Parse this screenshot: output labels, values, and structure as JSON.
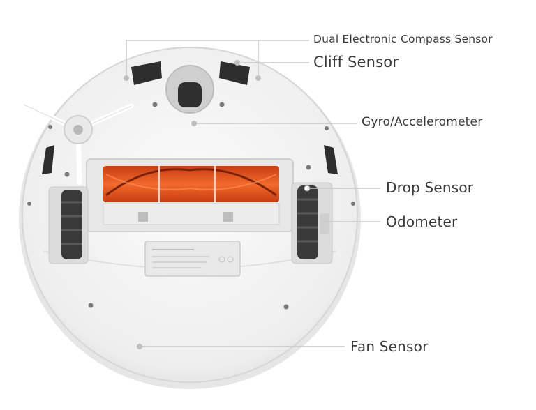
{
  "labels": {
    "dual_compass": "Dual Electronic Compass Sensor",
    "cliff": "Cliff Sensor",
    "gyro": "Gyro/Accelerometer",
    "drop": "Drop Sensor",
    "odometer": "Odometer",
    "fan": "Fan Sensor"
  },
  "colors": {
    "body": "#f1f1f1",
    "rim": "#dcdcdc",
    "brush": "#e8501e",
    "wheel": "#3a3a3a",
    "leader_line": "#c8c8c8",
    "text": "#3a3a3a"
  }
}
